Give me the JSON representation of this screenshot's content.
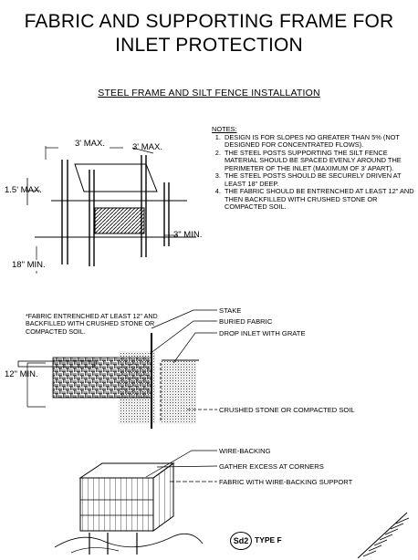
{
  "title": {
    "line1": "FABRIC AND SUPPORTING FRAME FOR",
    "line2": "INLET PROTECTION"
  },
  "subtitle": "STEEL FRAME AND SILT FENCE INSTALLATION",
  "dimensions": {
    "spacing_a": "3' MAX.",
    "spacing_b": "3' MAX.",
    "height": "1.5' MAX.",
    "burial": "3\" MIN.",
    "post_depth": "18\" MIN.",
    "entrench": "12\" MIN."
  },
  "notes": {
    "heading": "NOTES:",
    "items": [
      "DESIGN IS FOR SLOPES NO GREATER THAN 5% (NOT DESIGNED FOR CONCENTRATED FLOWS).",
      "THE STEEL POSTS SUPPORTING THE SILT FENCE MATERIAL SHOULD BE SPACED EVENLY AROUND THE PERIMETER OF THE INLET (MAXIMUM OF 3' APART).",
      "THE STEEL POSTS SHOULD BE SECURELY DRIVEN AT LEAST 18\" DEEP.",
      "THE FABRIC SHOULD BE ENTRENCHED AT LEAST 12\" AND THEN BACKFILLED WITH CRUSHED STONE OR COMPACTED SOIL."
    ]
  },
  "fabric_note": "*FABRIC ENTRENCHED AT LEAST 12\" AND BACKFILLED WITH CRUSHED STONE OR COMPACTED SOIL.",
  "section_labels": {
    "stake": "STAKE",
    "buried_fabric": "BURIED FABRIC",
    "drop_inlet": "DROP INLET WITH GRATE",
    "crushed_stone": "CRUSHED STONE OR COMPACTED SOIL"
  },
  "iso_labels": {
    "wire_backing": "WIRE-BACKING",
    "gather": "GATHER EXCESS AT CORNERS",
    "fabric_wire": "FABRIC WITH WIRE-BACKING SUPPORT"
  },
  "badge": "Sd2",
  "type_label": "TYPE F"
}
